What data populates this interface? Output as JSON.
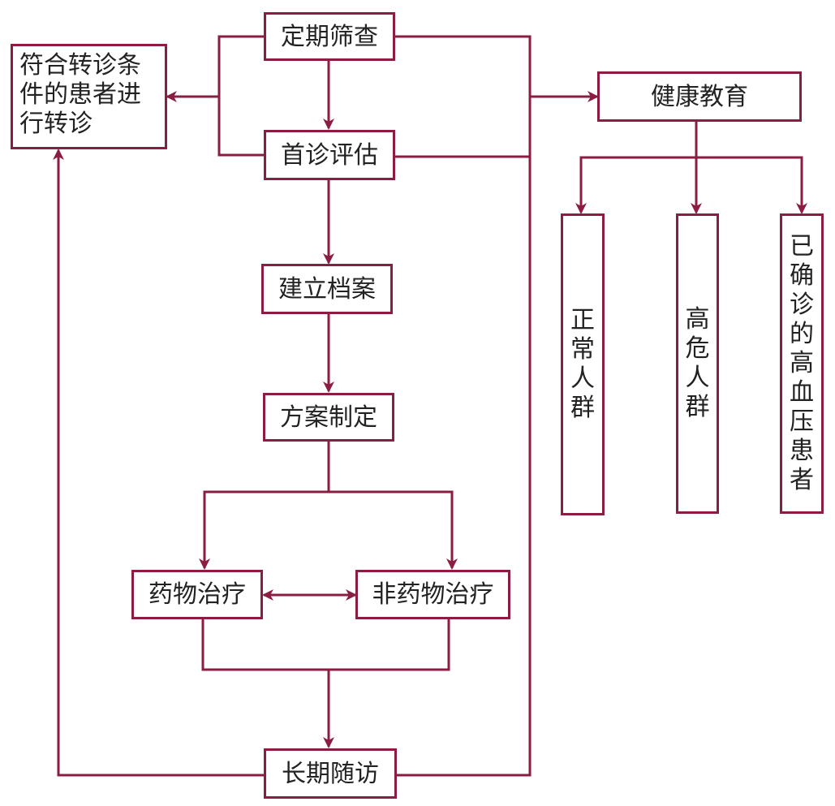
{
  "colors": {
    "stroke": "#8B1C43"
  },
  "nodes": {
    "screening": "定期筛查",
    "first_visit": "首诊评估",
    "file": "建立档案",
    "plan": "方案制定",
    "drug": "药物治疗",
    "non_drug": "非药物治疗",
    "follow_up": "长期随访",
    "referral": "符合转诊条件的患者进行转诊",
    "education": "健康教育",
    "normal": "正常人群",
    "high_risk": "高危人群",
    "confirmed": "已确诊的高血压患者"
  }
}
